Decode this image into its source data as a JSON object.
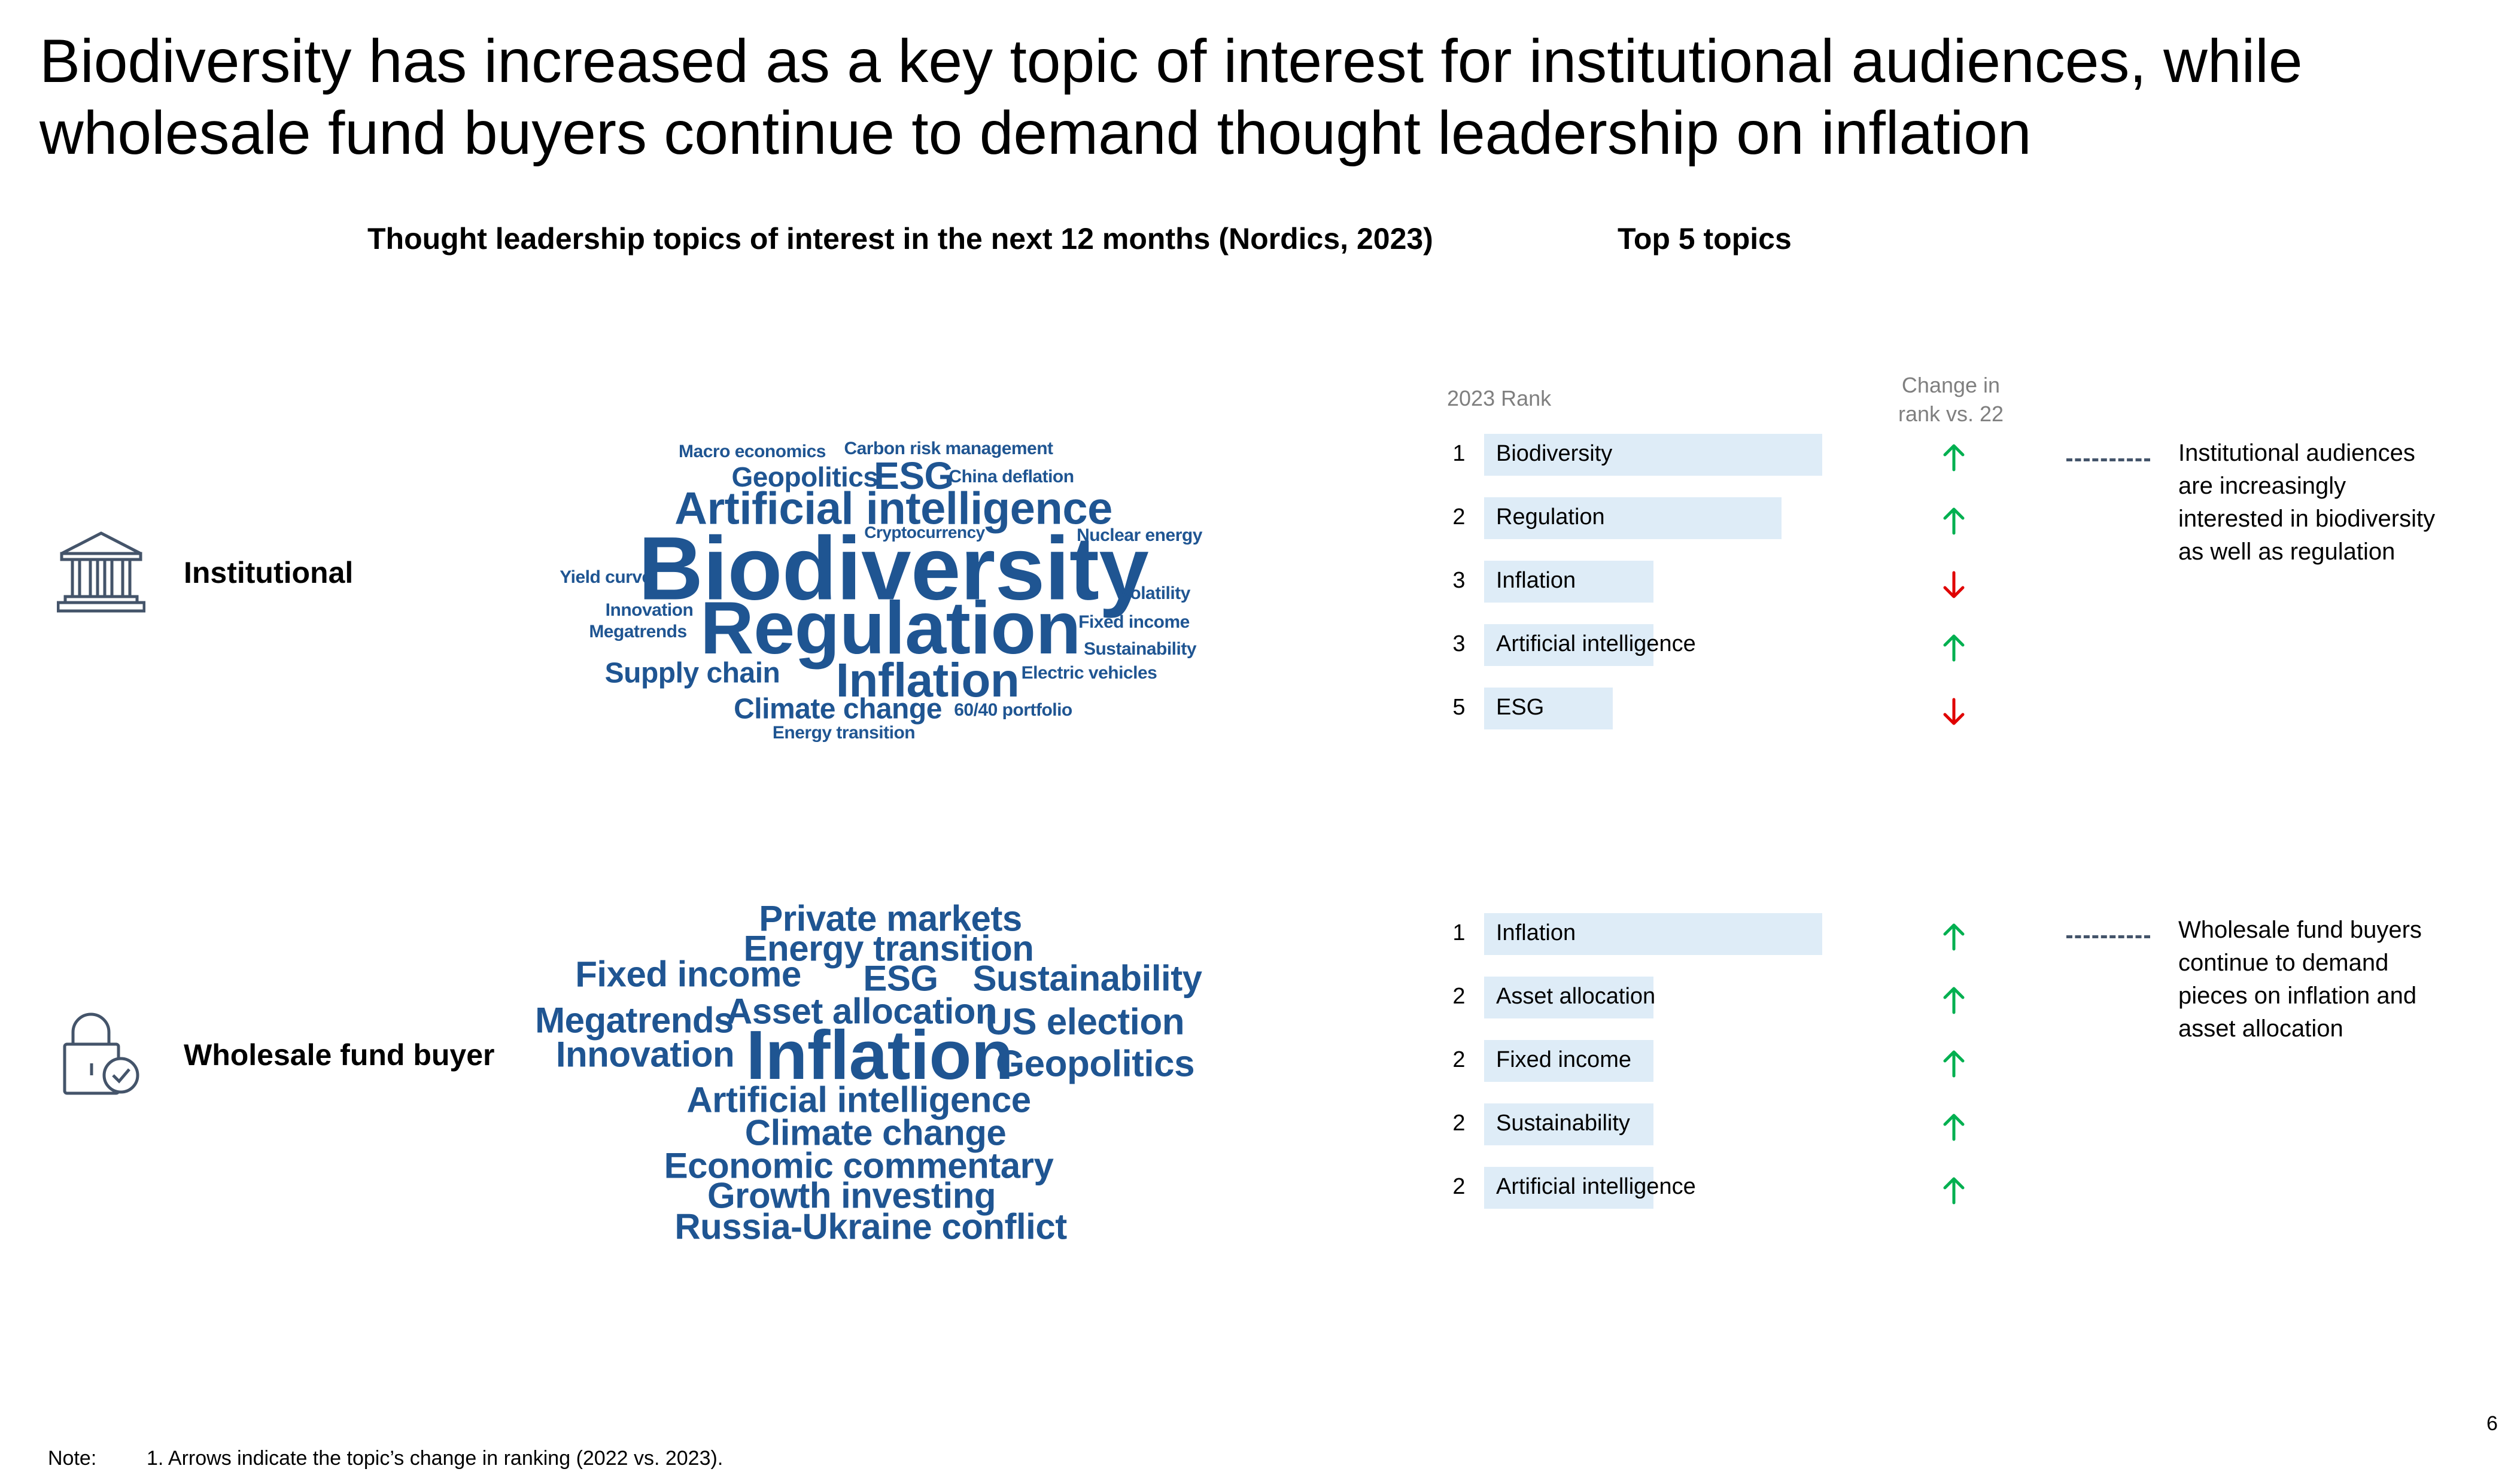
{
  "title_lines": [
    "Biodiversity has increased as a key topic of interest for institutional audiences, while",
    "wholesale fund buyers continue to demand thought leadership on inflation"
  ],
  "cloud_heading": "Thought leadership topics of interest in the next 12 months (Nordics, 2023)",
  "top5_heading": "Top 5 topics",
  "rank_col_header": "2023 Rank",
  "change_col_header": [
    "Change in",
    "rank vs. 22"
  ],
  "colors": {
    "cloud_text": "#1f5592",
    "bar": "#deecf7",
    "up": "#00b050",
    "down": "#e00000",
    "icon": "#44546a"
  },
  "segments": [
    {
      "label": "Institutional",
      "icon": "bank-icon",
      "cloud_words": [
        "Macro economics",
        "Carbon risk management",
        "Geopolitics",
        "ESG",
        "China deflation",
        "Artificial intelligence",
        "Cryptocurrency",
        "Nuclear energy",
        "Yield curve",
        "Biodiversity",
        "Volatility",
        "Innovation",
        "Megatrends",
        "Regulation",
        "Fixed income",
        "Sustainability",
        "Supply chain",
        "Inflation",
        "Electric vehicles",
        "Climate change",
        "60/40 portfolio",
        "Energy transition"
      ],
      "commentary": "Institutional audiences are increasingly interested in biodiversity as well as regulation"
    },
    {
      "label": "Wholesale fund buyer",
      "icon": "lock-check-icon",
      "cloud_words": [
        "Private markets",
        "Energy transition",
        "Fixed income",
        "ESG",
        "Sustainability",
        "Megatrends",
        "Asset allocation",
        "US election",
        "Innovation",
        "Inflation",
        "Geopolitics",
        "Artificial intelligence",
        "Climate change",
        "Economic commentary",
        "Growth investing",
        "Russia-Ukraine conflict"
      ],
      "commentary": "Wholesale fund buyers continue to demand pieces on inflation and asset allocation"
    }
  ],
  "chart_data": [
    {
      "type": "bar",
      "segment": "Institutional",
      "categories": [
        "Biodiversity",
        "Regulation",
        "Inflation",
        "Artificial intelligence",
        "ESG"
      ],
      "rank_2023": [
        1,
        2,
        3,
        3,
        5
      ],
      "change_vs_22": [
        "up",
        "up",
        "down",
        "up",
        "down"
      ],
      "relative_interest": [
        1.0,
        0.88,
        0.5,
        0.5,
        0.38
      ]
    },
    {
      "type": "bar",
      "segment": "Wholesale fund buyer",
      "categories": [
        "Inflation",
        "Asset allocation",
        "Fixed income",
        "Sustainability",
        "Artificial intelligence"
      ],
      "rank_2023": [
        1,
        2,
        2,
        2,
        2
      ],
      "change_vs_22": [
        "up",
        "up",
        "up",
        "up",
        "up"
      ],
      "relative_interest": [
        1.0,
        0.5,
        0.5,
        0.5,
        0.5
      ]
    }
  ],
  "note_label": "Note:",
  "note_text": "1. Arrows indicate the topic’s change in ranking (2022 vs. 2023).",
  "page_number": "6"
}
